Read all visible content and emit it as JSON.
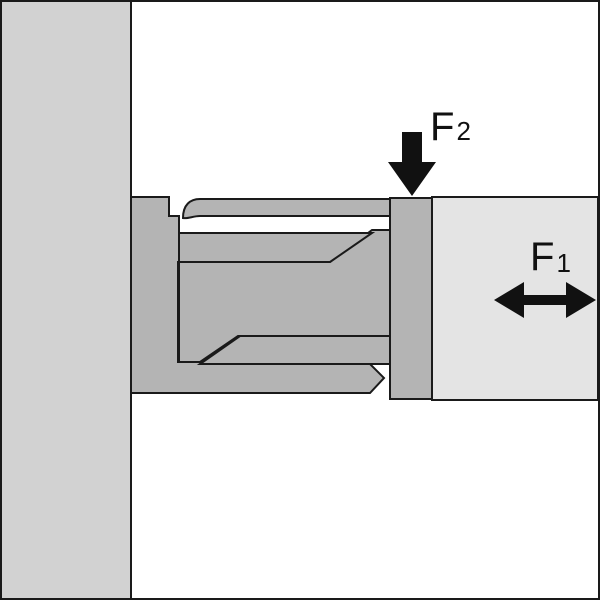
{
  "labels": {
    "force_vertical": {
      "letter": "F",
      "index": "2"
    },
    "force_horizontal": {
      "letter": "F",
      "index": "1"
    }
  },
  "colors": {
    "background": "#ffffff",
    "wall_fill": "#d2d2d2",
    "bracket_fill": "#b4b4b4",
    "panel_fill": "#e4e4e4",
    "outline": "#1a1a1a"
  }
}
